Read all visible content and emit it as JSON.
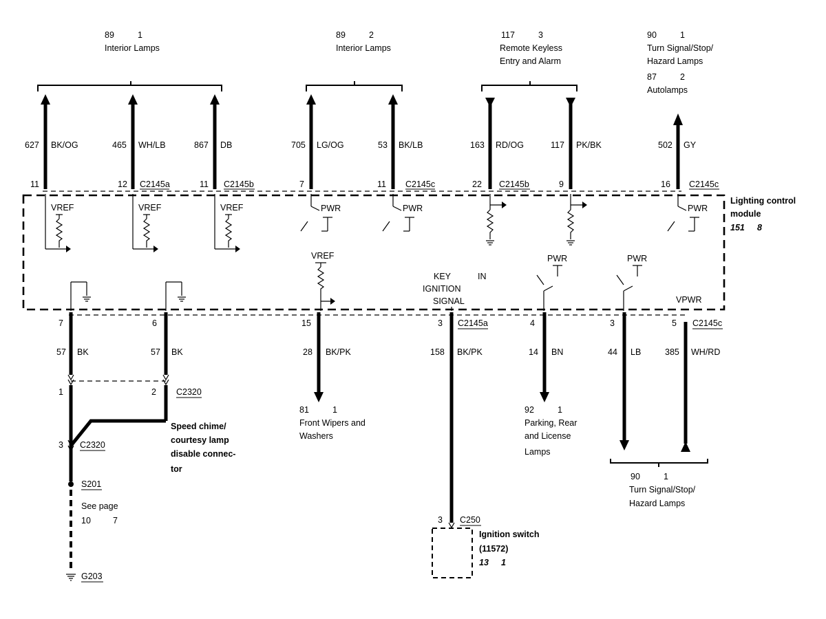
{
  "top_destinations": {
    "interior_lamps_1": {
      "ref_page": "89",
      "ref_sheet": "1",
      "label": "Interior Lamps"
    },
    "interior_lamps_2": {
      "ref_page": "89",
      "ref_sheet": "2",
      "label": "Interior Lamps"
    },
    "remote_keyless": {
      "ref_page": "117",
      "ref_sheet": "3",
      "label_line1": "Remote Keyless",
      "label_line2": "Entry and Alarm"
    },
    "turn_signal_top": {
      "ref_page": "90",
      "ref_sheet": "1",
      "label_line1": "Turn Signal/Stop/",
      "label_line2": "Hazard Lamps"
    },
    "autolamps": {
      "ref_page": "87",
      "ref_sheet": "2",
      "label": "Autolamps"
    }
  },
  "top_circuits": [
    {
      "circuit": "627",
      "color": "BK/OG",
      "pin": "11",
      "connector": ""
    },
    {
      "circuit": "465",
      "color": "WH/LB",
      "pin": "12",
      "connector": "C2145a"
    },
    {
      "circuit": "867",
      "color": "DB",
      "pin": "11",
      "connector": "C2145b"
    },
    {
      "circuit": "705",
      "color": "LG/OG",
      "pin": "7",
      "connector": ""
    },
    {
      "circuit": "53",
      "color": "BK/LB",
      "pin": "11",
      "connector": "C2145c"
    },
    {
      "circuit": "163",
      "color": "RD/OG",
      "pin": "22",
      "connector": "C2145b"
    },
    {
      "circuit": "117",
      "color": "PK/BK",
      "pin": "9",
      "connector": ""
    },
    {
      "circuit": "502",
      "color": "GY",
      "pin": "16",
      "connector": "C2145c"
    }
  ],
  "module": {
    "name_line1": "Lighting control",
    "name_line2": "module",
    "ref_page": "151",
    "ref_sheet": "8",
    "vref_label": "VREF",
    "pwr_label": "PWR",
    "vpwr_label": "VPWR",
    "key_label": "KEY",
    "in_label": "IN",
    "ignition_label": "IGNITION",
    "signal_label": "SIGNAL"
  },
  "bottom_circuits": [
    {
      "pin": "7",
      "connector": "",
      "circuit": "57",
      "color": "BK"
    },
    {
      "pin": "6",
      "connector": "",
      "circuit": "57",
      "color": "BK"
    },
    {
      "pin": "15",
      "connector": "",
      "circuit": "28",
      "color": "BK/PK"
    },
    {
      "pin": "3",
      "connector": "C2145a",
      "circuit": "158",
      "color": "BK/PK"
    },
    {
      "pin": "4",
      "connector": "",
      "circuit": "14",
      "color": "BN"
    },
    {
      "pin": "3",
      "connector": "",
      "circuit": "44",
      "color": "LB"
    },
    {
      "pin": "5",
      "connector": "C2145c",
      "circuit": "385",
      "color": "WH/RD"
    }
  ],
  "speed_chime": {
    "pin1": "1",
    "pin2": "2",
    "connector": "C2320",
    "pin3": "3",
    "connector2": "C2320",
    "label_line1": "Speed chime/",
    "label_line2": "courtesy lamp",
    "label_line3": "disable connec-",
    "label_line4": "tor",
    "splice": "S201",
    "see_page": "See page",
    "see_page_num": "10",
    "see_page_sheet": "7",
    "ground": "G203"
  },
  "front_wipers": {
    "ref_page": "81",
    "ref_sheet": "1",
    "label_line1": "Front Wipers and",
    "label_line2": "Washers"
  },
  "parking_lamps": {
    "ref_page": "92",
    "ref_sheet": "1",
    "label_line1": "Parking, Rear",
    "label_line2": "and License",
    "label_line3": "Lamps"
  },
  "turn_signal_bottom": {
    "ref_page": "90",
    "ref_sheet": "1",
    "label_line1": "Turn Signal/Stop/",
    "label_line2": "Hazard Lamps"
  },
  "ignition_switch": {
    "pin": "3",
    "connector": "C250",
    "name_line1": "Ignition switch",
    "name_line2": "(11572)",
    "ref_page": "13",
    "ref_sheet": "1"
  }
}
